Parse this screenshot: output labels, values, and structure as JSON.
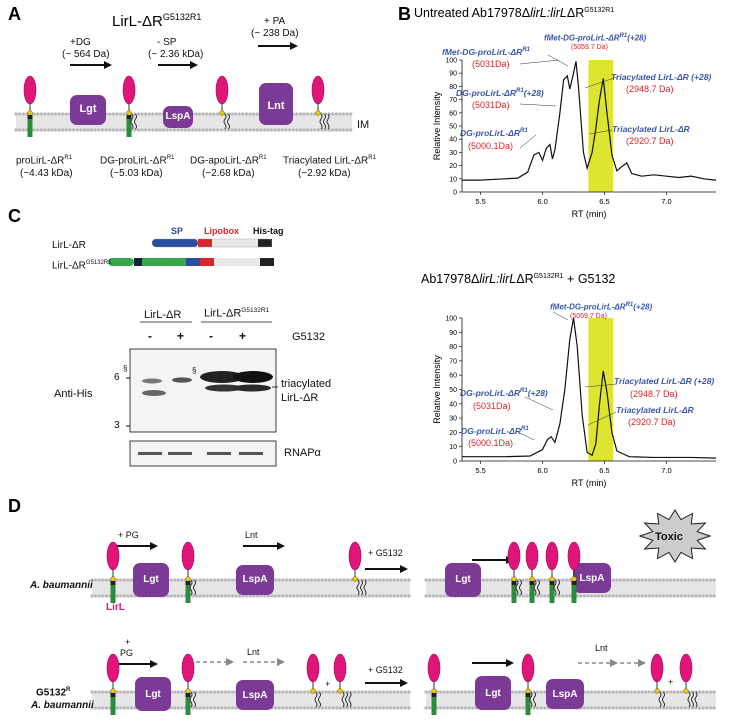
{
  "panels": {
    "a": "A",
    "b": "B",
    "c": "C",
    "d": "D"
  },
  "panel_a": {
    "title_main": "LirL-ΔR",
    "title_sup": "G5132R1",
    "steps": [
      {
        "label": "+DG",
        "mass": "(~ 564 Da)",
        "enzyme": "Lgt"
      },
      {
        "label": "- SP",
        "mass": "(~ 2.36 kDa)",
        "enzyme": "LspA"
      },
      {
        "label": "+ PA",
        "mass": "(~ 238 Da)",
        "enzyme": "Lnt"
      }
    ],
    "membrane_label": "IM",
    "species": [
      {
        "name": "proLirL-ΔR",
        "sup": "R1",
        "mass": "(~4.43 kDa)"
      },
      {
        "name": "DG-proLirL-ΔR",
        "sup": "R1",
        "mass": "(~5.03 kDa)"
      },
      {
        "name": "DG-apoLirL-ΔR",
        "sup": "R1",
        "mass": "(~2.68 kDa)"
      },
      {
        "name": "Triacylated LirL-ΔR",
        "sup": "R1",
        "mass": "(~2.92 kDa)"
      }
    ]
  },
  "panel_b": {
    "title1_pre": "Untreated Ab17978Δ",
    "title1_it": "lirL:lirL",
    "title1_post": "ΔR",
    "title1_sup": "G5132R1",
    "title2_pre": "Ab17978Δ",
    "title2_it": "lirL:lirL",
    "title2_post": "ΔR",
    "title2_sup": "G5132R1",
    "title2_end": " + G5132",
    "ylabel": "Relative Intensity",
    "xlabel": "RT (min)",
    "yticks": [
      "0",
      "10",
      "20",
      "30",
      "40",
      "50",
      "60",
      "70",
      "80",
      "90",
      "100"
    ],
    "xticks": [
      "5.5",
      "6.0",
      "6.5",
      "7.0"
    ],
    "ann1": [
      {
        "name": "fMet-DG-proLirL-ΔR",
        "sup": "R1",
        "suffix": "(+28)",
        "mass": "(5059.7 Da)"
      },
      {
        "name": "fMet-DG-proLirL-ΔR",
        "sup": "R1",
        "suffix": "",
        "mass": "(5031Da)"
      },
      {
        "name": "DG-proLirL-ΔR",
        "sup": "R1",
        "suffix": "(+28)",
        "mass": "(5031Da)"
      },
      {
        "name": "DG-proLirL-ΔR",
        "sup": "R1",
        "suffix": "",
        "mass": "(5000.1Da)"
      },
      {
        "name": "Triacylated LirL-ΔR (+28)",
        "sup": "",
        "suffix": "",
        "mass": "(2948.7 Da)"
      },
      {
        "name": "Triacylated LirL-ΔR",
        "sup": "",
        "suffix": "",
        "mass": "(2920.7 Da)"
      }
    ],
    "ann2": [
      {
        "name": "fMet-DG-proLirL-ΔR",
        "sup": "R1",
        "suffix": "(+28)",
        "mass": "(5059.7 Da)"
      },
      {
        "name": "DG-proLirL-ΔR",
        "sup": "R1",
        "suffix": "(+28)",
        "mass": "(5031Da)"
      },
      {
        "name": "DG-proLirL-ΔR",
        "sup": "R1",
        "suffix": "",
        "mass": "(5000.1Da)"
      },
      {
        "name": "Triacylated LirL-ΔR (+28)",
        "sup": "",
        "suffix": "",
        "mass": "(2948.7 Da)"
      },
      {
        "name": "Triacylated LirL-ΔR",
        "sup": "",
        "suffix": "",
        "mass": "(2920.7 Da)"
      }
    ]
  },
  "panel_c": {
    "domains": {
      "sp": "SP",
      "lipobox": "Lipobox",
      "histag": "His-tag"
    },
    "construct1": "LirL-ΔR",
    "construct2": "LirL-ΔR",
    "construct2_sup": "G5132R1",
    "lane_header1": "LirL-ΔR",
    "lane_header2": "LirL-ΔR",
    "lane_header2_sup": "G5132R1",
    "treatment": "G5132",
    "signs": [
      "-",
      "+",
      "-",
      "+"
    ],
    "blot_label": "Anti-His",
    "markers": [
      "6",
      "3"
    ],
    "section_mark": "§",
    "band_label1": "triacylated",
    "band_label2": "LirL-ΔR",
    "loading": "RNAPα"
  },
  "panel_d": {
    "row1": {
      "label": "A. baumannii",
      "lirl": "LirL",
      "pg": "+ PG",
      "lnt": "Lnt",
      "g5132": "+ G5132",
      "toxic": "Toxic"
    },
    "row2": {
      "label1": "G5132",
      "label1_sup": "R",
      "label2": "A. baumannii",
      "pg1": "+",
      "pg2": "PG",
      "lnt": "Lnt",
      "plus": "+",
      "g5132": "+ G5132",
      "lnt2": "Lnt",
      "plus2": "+"
    },
    "enzymes": {
      "lgt": "Lgt",
      "lspa": "LspA"
    }
  }
}
